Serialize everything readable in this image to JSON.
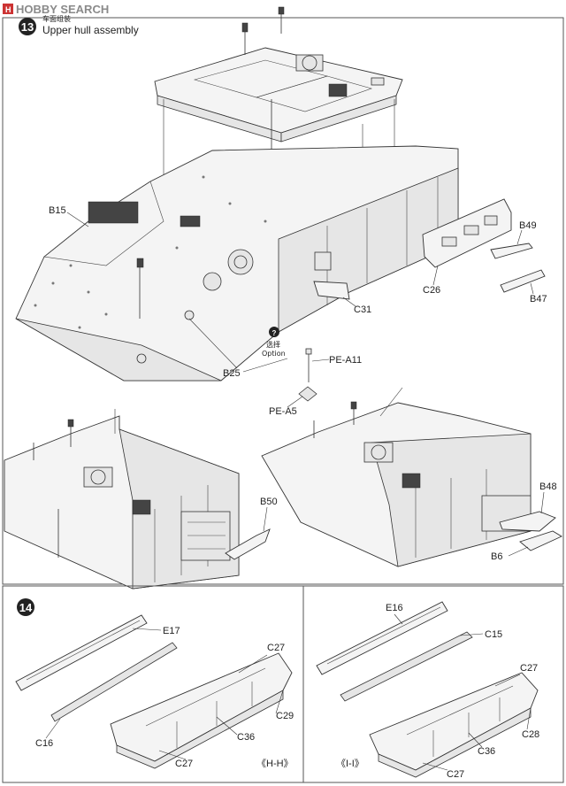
{
  "watermark": {
    "text": "HOBBY SEARCH"
  },
  "step13": {
    "number": "13",
    "title_cn": "车面组装",
    "title": "Upper hull assembly",
    "option_cn": "选择",
    "option": "Option",
    "option_icon": "option-icon",
    "labels": {
      "b15": "B15",
      "b25": "B25",
      "b49": "B49",
      "b47": "B47",
      "c26": "C26",
      "c31": "C31",
      "pe_a11": "PE-A11",
      "pe_a5": "PE-A5",
      "b50": "B50",
      "b48": "B48",
      "b6": "B6"
    }
  },
  "step14": {
    "number": "14",
    "left": {
      "e17": "E17",
      "c27_top": "C27",
      "c29": "C29",
      "c16": "C16",
      "c36": "C36",
      "c27_bottom": "C27",
      "view": "《H-H》"
    },
    "right": {
      "e16": "E16",
      "c15": "C15",
      "c27_top": "C27",
      "c28": "C28",
      "c36": "C36",
      "c27_bottom": "C27",
      "view": "《I-I》"
    }
  }
}
